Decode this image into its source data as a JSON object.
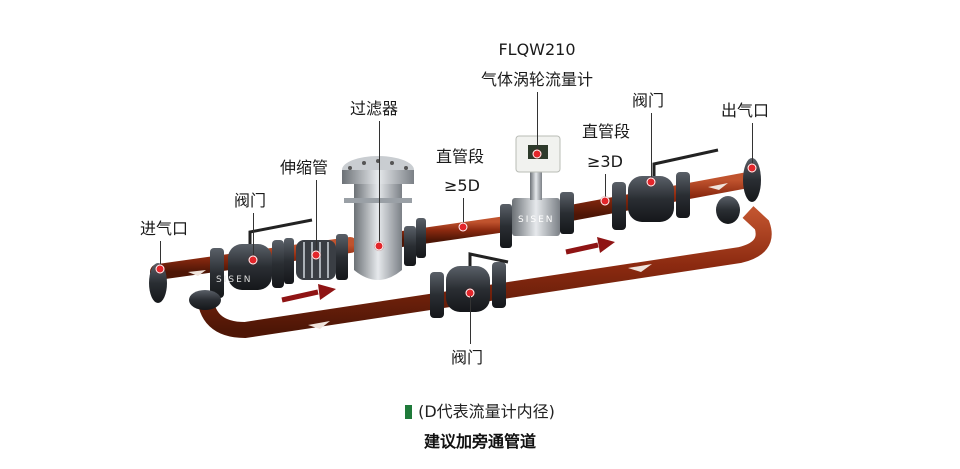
{
  "colors": {
    "pipe": "#8c2a10",
    "pipe_dark": "#5e1a08",
    "marker": "#e3262b",
    "arrow": "#8f1414",
    "legend_swatch": "#1f7a3a"
  },
  "labels": {
    "inlet": "进气口",
    "valve_inlet": "阀门",
    "expansion_joint": "伸缩管",
    "filter": "过滤器",
    "straight_upstream": "直管段",
    "upstream_length": "≥5D",
    "meter_model": "FLQW210",
    "meter_name": "气体涡轮流量计",
    "straight_downstream": "直管段",
    "downstream_length": "≥3D",
    "valve_outlet": "阀门",
    "outlet": "出气口",
    "valve_bypass": "阀门"
  },
  "brand_marks": [
    "SISEN",
    "SISEN"
  ],
  "legend": {
    "note": "(D代表流量计内径)",
    "title": "建议加旁通管道"
  }
}
